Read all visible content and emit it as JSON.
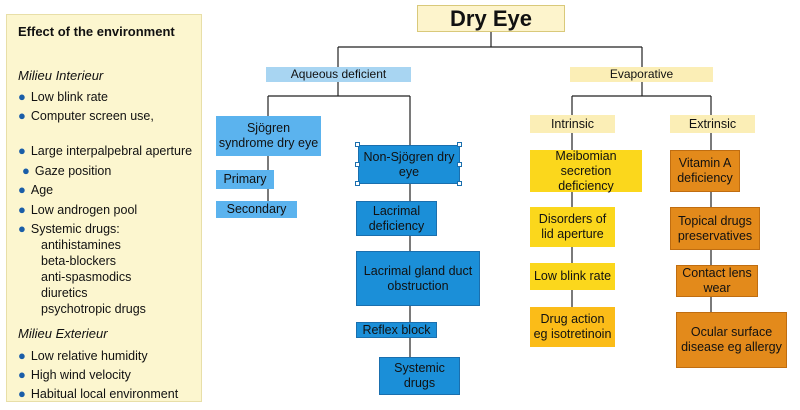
{
  "title": "Dry Eye",
  "environment": {
    "heading": "Effect of the environment",
    "interieur_label": "Milieu Interieur",
    "interieur_items": [
      "Low blink rate",
      "Computer screen use,",
      "Large interpalpebral aperture",
      "Gaze position",
      "Age",
      "Low androgen pool",
      "Systemic drugs:"
    ],
    "drugs": [
      "antihistamines",
      "beta-blockers",
      "anti-spasmodics",
      "diuretics",
      "psychotropic drugs"
    ],
    "exterieur_label": "Milieu Exterieur",
    "exterieur_items": [
      "Low relative humidity",
      "High wind velocity",
      "Habitual local environment"
    ]
  },
  "aqueous": {
    "label": "Aqueous deficient",
    "sjogren": {
      "label": "Sjögren syndrome dry eye",
      "children": [
        "Primary",
        "Secondary"
      ]
    },
    "non_sjogren": {
      "label": "Non-Sjögren dry eye",
      "children": [
        "Lacrimal deficiency",
        "Lacrimal gland duct obstruction",
        "Reflex block",
        "Systemic drugs"
      ]
    }
  },
  "evaporative": {
    "label": "Evaporative",
    "intrinsic": {
      "label": "Intrinsic",
      "children": [
        "Meibomian secretion deficiency",
        "Disorders of lid aperture",
        "Low blink rate",
        "Drug action eg isotretinoin"
      ]
    },
    "extrinsic": {
      "label": "Extrinsic",
      "children": [
        "Vitamin A deficiency",
        "Topical drugs preservatives",
        "Contact lens wear",
        "Ocular surface disease eg allergy"
      ]
    }
  },
  "colors": {
    "aqueous_light": "#a8d5f2",
    "aqueous_mid": "#5bb3ee",
    "aqueous_dark": "#1b8fd8",
    "evap_light": "#fbeeb6",
    "evap_yellow": "#fbd71c",
    "evap_amber": "#fbbc18",
    "evap_orange": "#e38a1b",
    "panel_bg": "#fcf6cf"
  }
}
